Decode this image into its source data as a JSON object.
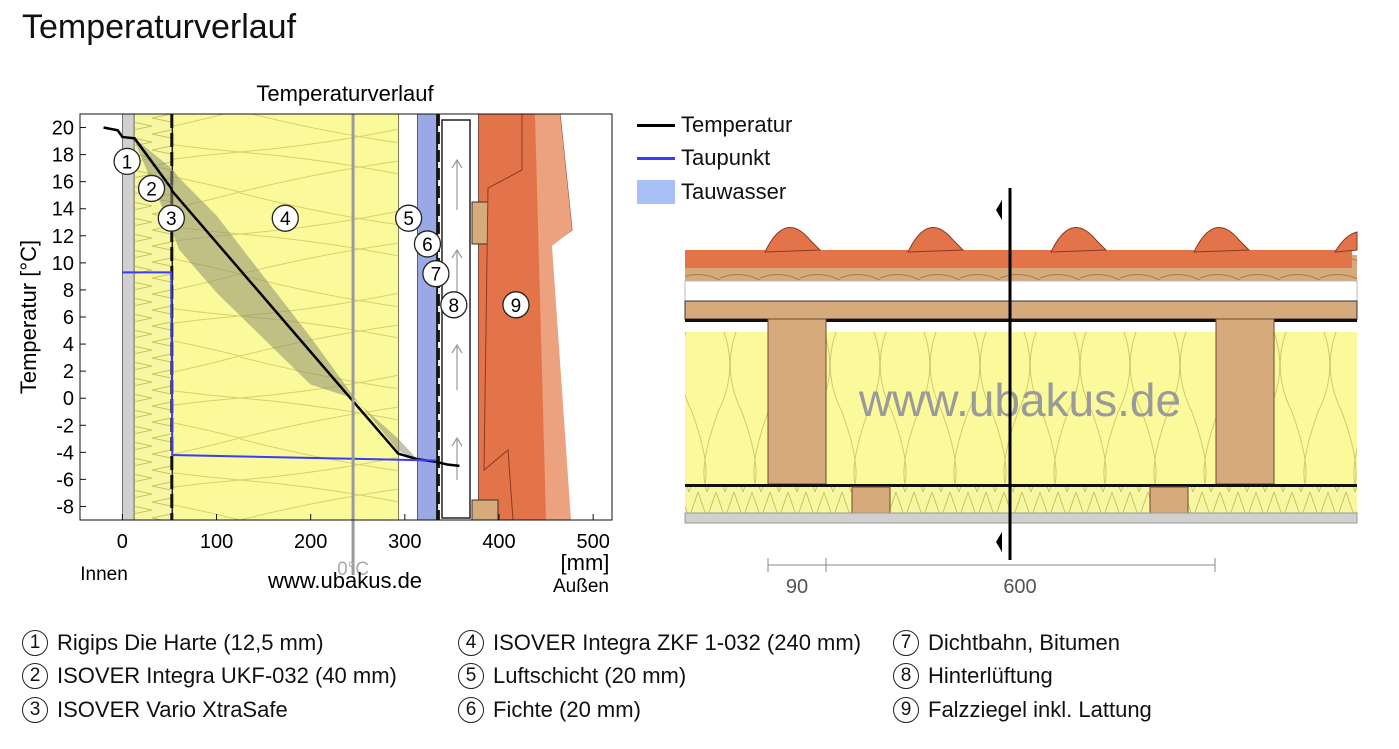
{
  "page_title": "Temperaturverlauf",
  "chart_data": {
    "type": "line",
    "title": "Temperaturverlauf",
    "xlabel": "[mm]",
    "ylabel": "Temperatur [°C]",
    "xlim": [
      -45,
      520
    ],
    "ylim": [
      -9,
      21
    ],
    "x_ticks": [
      0,
      100,
      200,
      300,
      400,
      500
    ],
    "y_ticks": [
      20,
      18,
      16,
      14,
      12,
      10,
      8,
      6,
      4,
      2,
      0,
      -2,
      -4,
      -6,
      -8
    ],
    "zero_label": "0°C",
    "zero_x": 245,
    "inside_label": "Innen",
    "outside_label": "Außen",
    "watermark": "www.ubakus.de",
    "grid": false,
    "legend_position": "right",
    "series": [
      {
        "name": "Temperatur",
        "color": "#000000",
        "x": [
          -20,
          -5,
          0,
          13,
          52,
          53,
          293,
          313,
          333,
          345,
          358
        ],
        "y": [
          20,
          19.8,
          19.3,
          19.2,
          15.5,
          15.3,
          -4.1,
          -4.5,
          -4.7,
          -4.9,
          -5.0
        ]
      },
      {
        "name": "Taupunkt",
        "color": "#3b3bff",
        "x": [
          0,
          52,
          53,
          333
        ],
        "y": [
          9.3,
          9.3,
          -4.2,
          -4.6
        ]
      }
    ],
    "band": {
      "x": [
        13,
        52,
        60,
        100,
        200,
        245,
        293,
        313
      ],
      "lower": [
        19.0,
        12.5,
        11.0,
        7.8,
        1.0,
        0.0,
        -3.0,
        -4.5
      ],
      "upper": [
        19.2,
        17.0,
        16.3,
        13.5,
        4.5,
        0.2,
        -3.9,
        -4.5
      ]
    },
    "legend": [
      {
        "label": "Temperatur",
        "kind": "line",
        "color": "#000000"
      },
      {
        "label": "Taupunkt",
        "kind": "line",
        "color": "#3b3bff"
      },
      {
        "label": "Tauwasser",
        "kind": "patch",
        "color": "#a8c0f5"
      }
    ],
    "layers": [
      {
        "n": "1",
        "x0": 0,
        "x1": 12.5,
        "color": "#d0d0d0",
        "label_x": 5,
        "label_y": 17.5
      },
      {
        "n": "2",
        "x0": 12.5,
        "x1": 52.5,
        "color": "#f7f7a3",
        "label_x": 31,
        "label_y": 15.5
      },
      {
        "n": "3",
        "x0": 52.5,
        "x1": 53.5,
        "color": "#111111",
        "label_x": 52,
        "label_y": 13.3
      },
      {
        "n": "4",
        "x0": 53.5,
        "x1": 293.5,
        "color": "#fafa9a",
        "label_x": 173,
        "label_y": 13.3
      },
      {
        "n": "5",
        "x0": 293.5,
        "x1": 313.5,
        "color": "#ffffff",
        "label_x": 304,
        "label_y": 13.3
      },
      {
        "n": "6",
        "x0": 313.5,
        "x1": 333.5,
        "color": "#9aa8e6",
        "label_x": 324,
        "label_y": 11.4
      },
      {
        "n": "7",
        "x0": 333.5,
        "x1": 335,
        "color": "#111111",
        "label_x": 333,
        "label_y": 9.2
      },
      {
        "n": "8",
        "x0": 335,
        "x1": 378,
        "color": "#ffffff",
        "label_x": 352,
        "label_y": 6.9
      },
      {
        "n": "9",
        "x0": 378,
        "x1": 450,
        "color": "#e3744a",
        "label_x": 418,
        "label_y": 6.9
      }
    ]
  },
  "section": {
    "watermark": "www.ubakus.de",
    "dim_labels": [
      "90",
      "600"
    ]
  },
  "layer_legend": [
    {
      "num": "1",
      "label": "Rigips Die Harte (12,5 mm)"
    },
    {
      "num": "2",
      "label": "ISOVER Integra UKF-032 (40 mm)"
    },
    {
      "num": "3",
      "label": "ISOVER Vario XtraSafe"
    },
    {
      "num": "4",
      "label": "ISOVER Integra ZKF 1-032 (240 mm)"
    },
    {
      "num": "5",
      "label": "Luftschicht (20 mm)"
    },
    {
      "num": "6",
      "label": "Fichte (20 mm)"
    },
    {
      "num": "7",
      "label": "Dichtbahn, Bitumen"
    },
    {
      "num": "8",
      "label": "Hinterlüftung"
    },
    {
      "num": "9",
      "label": "Falzziegel inkl. Lattung"
    }
  ],
  "colors": {
    "insulation": "#fafa9a",
    "wood": "#d7aa7c",
    "tile": "#e3744a",
    "tile_light": "#eda27f",
    "condensate": "#a8c0f5",
    "dew_line": "#3b3bff"
  }
}
